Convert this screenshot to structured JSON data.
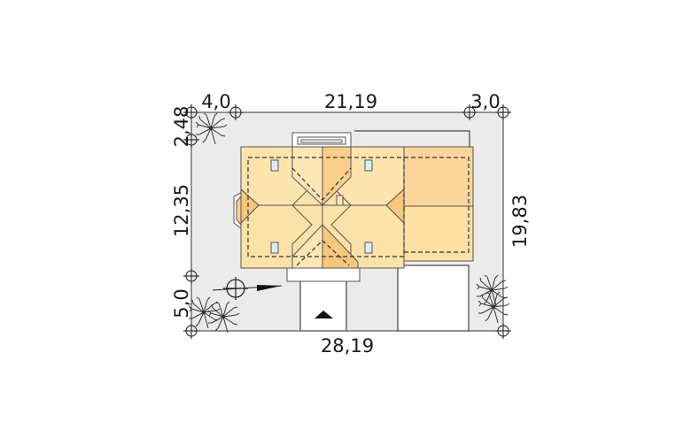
{
  "dimensions": {
    "top_left": "4,0",
    "top_middle": "21,19",
    "top_right": "3,0",
    "left_top": "2,48",
    "left_middle": "12,35",
    "left_bottom": "5,0",
    "right": "19,83",
    "bottom": "28,19"
  },
  "colors": {
    "plot": "#ebebeb",
    "roof_light": "#fde2a8",
    "roof_mid": "#fbd59a",
    "roof_dark": "#f6c77c",
    "roof_gable": "#fbd08f",
    "window": "#d7eef9",
    "line": "#2a2a2a"
  },
  "icons": [
    "compass-icon",
    "tree-icon",
    "entrance-arrow-icon",
    "survey-point-icon"
  ]
}
